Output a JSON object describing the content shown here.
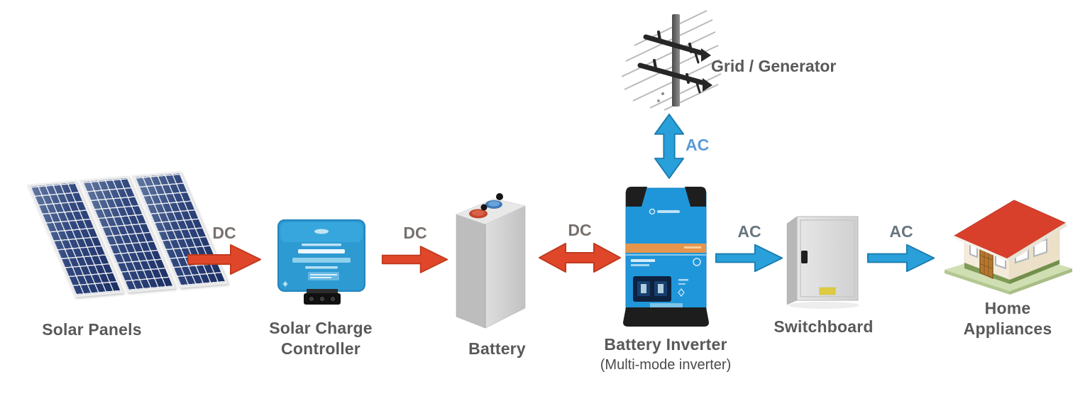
{
  "nodes": {
    "solar_panels": {
      "label": "Solar Panels"
    },
    "charge_controller": {
      "label": "Solar Charge Controller"
    },
    "battery": {
      "label": "Battery"
    },
    "battery_inverter": {
      "label": "Battery Inverter",
      "sublabel": "(Multi-mode inverter)"
    },
    "grid_generator": {
      "label": "Grid / Generator"
    },
    "switchboard": {
      "label": "Switchboard"
    },
    "home_appliances": {
      "label": "Home Appliances"
    }
  },
  "links": {
    "panels_to_controller": {
      "label": "DC",
      "current": "dc",
      "direction": "right"
    },
    "controller_to_battery": {
      "label": "DC",
      "current": "dc",
      "direction": "right"
    },
    "battery_to_inverter": {
      "label": "DC",
      "current": "dc",
      "direction": "both"
    },
    "inverter_to_grid": {
      "label": "AC",
      "current": "ac",
      "direction": "both"
    },
    "inverter_to_switchboard": {
      "label": "AC",
      "current": "ac",
      "direction": "right"
    },
    "switchboard_to_home": {
      "label": "AC",
      "current": "ac",
      "direction": "right"
    }
  },
  "colors": {
    "dc-arrow": "#e0472a",
    "dc-arrow-edge": "#c03a1e",
    "ac-arrow": "#2aa0da",
    "ac-arrow-edge": "#1a7cb0",
    "node-label": "#595959",
    "sub-label": "#4a4a4a",
    "dc-label": "#77706d",
    "ac-label": "#68767e",
    "ac-top-label": "#5b9bd5"
  }
}
